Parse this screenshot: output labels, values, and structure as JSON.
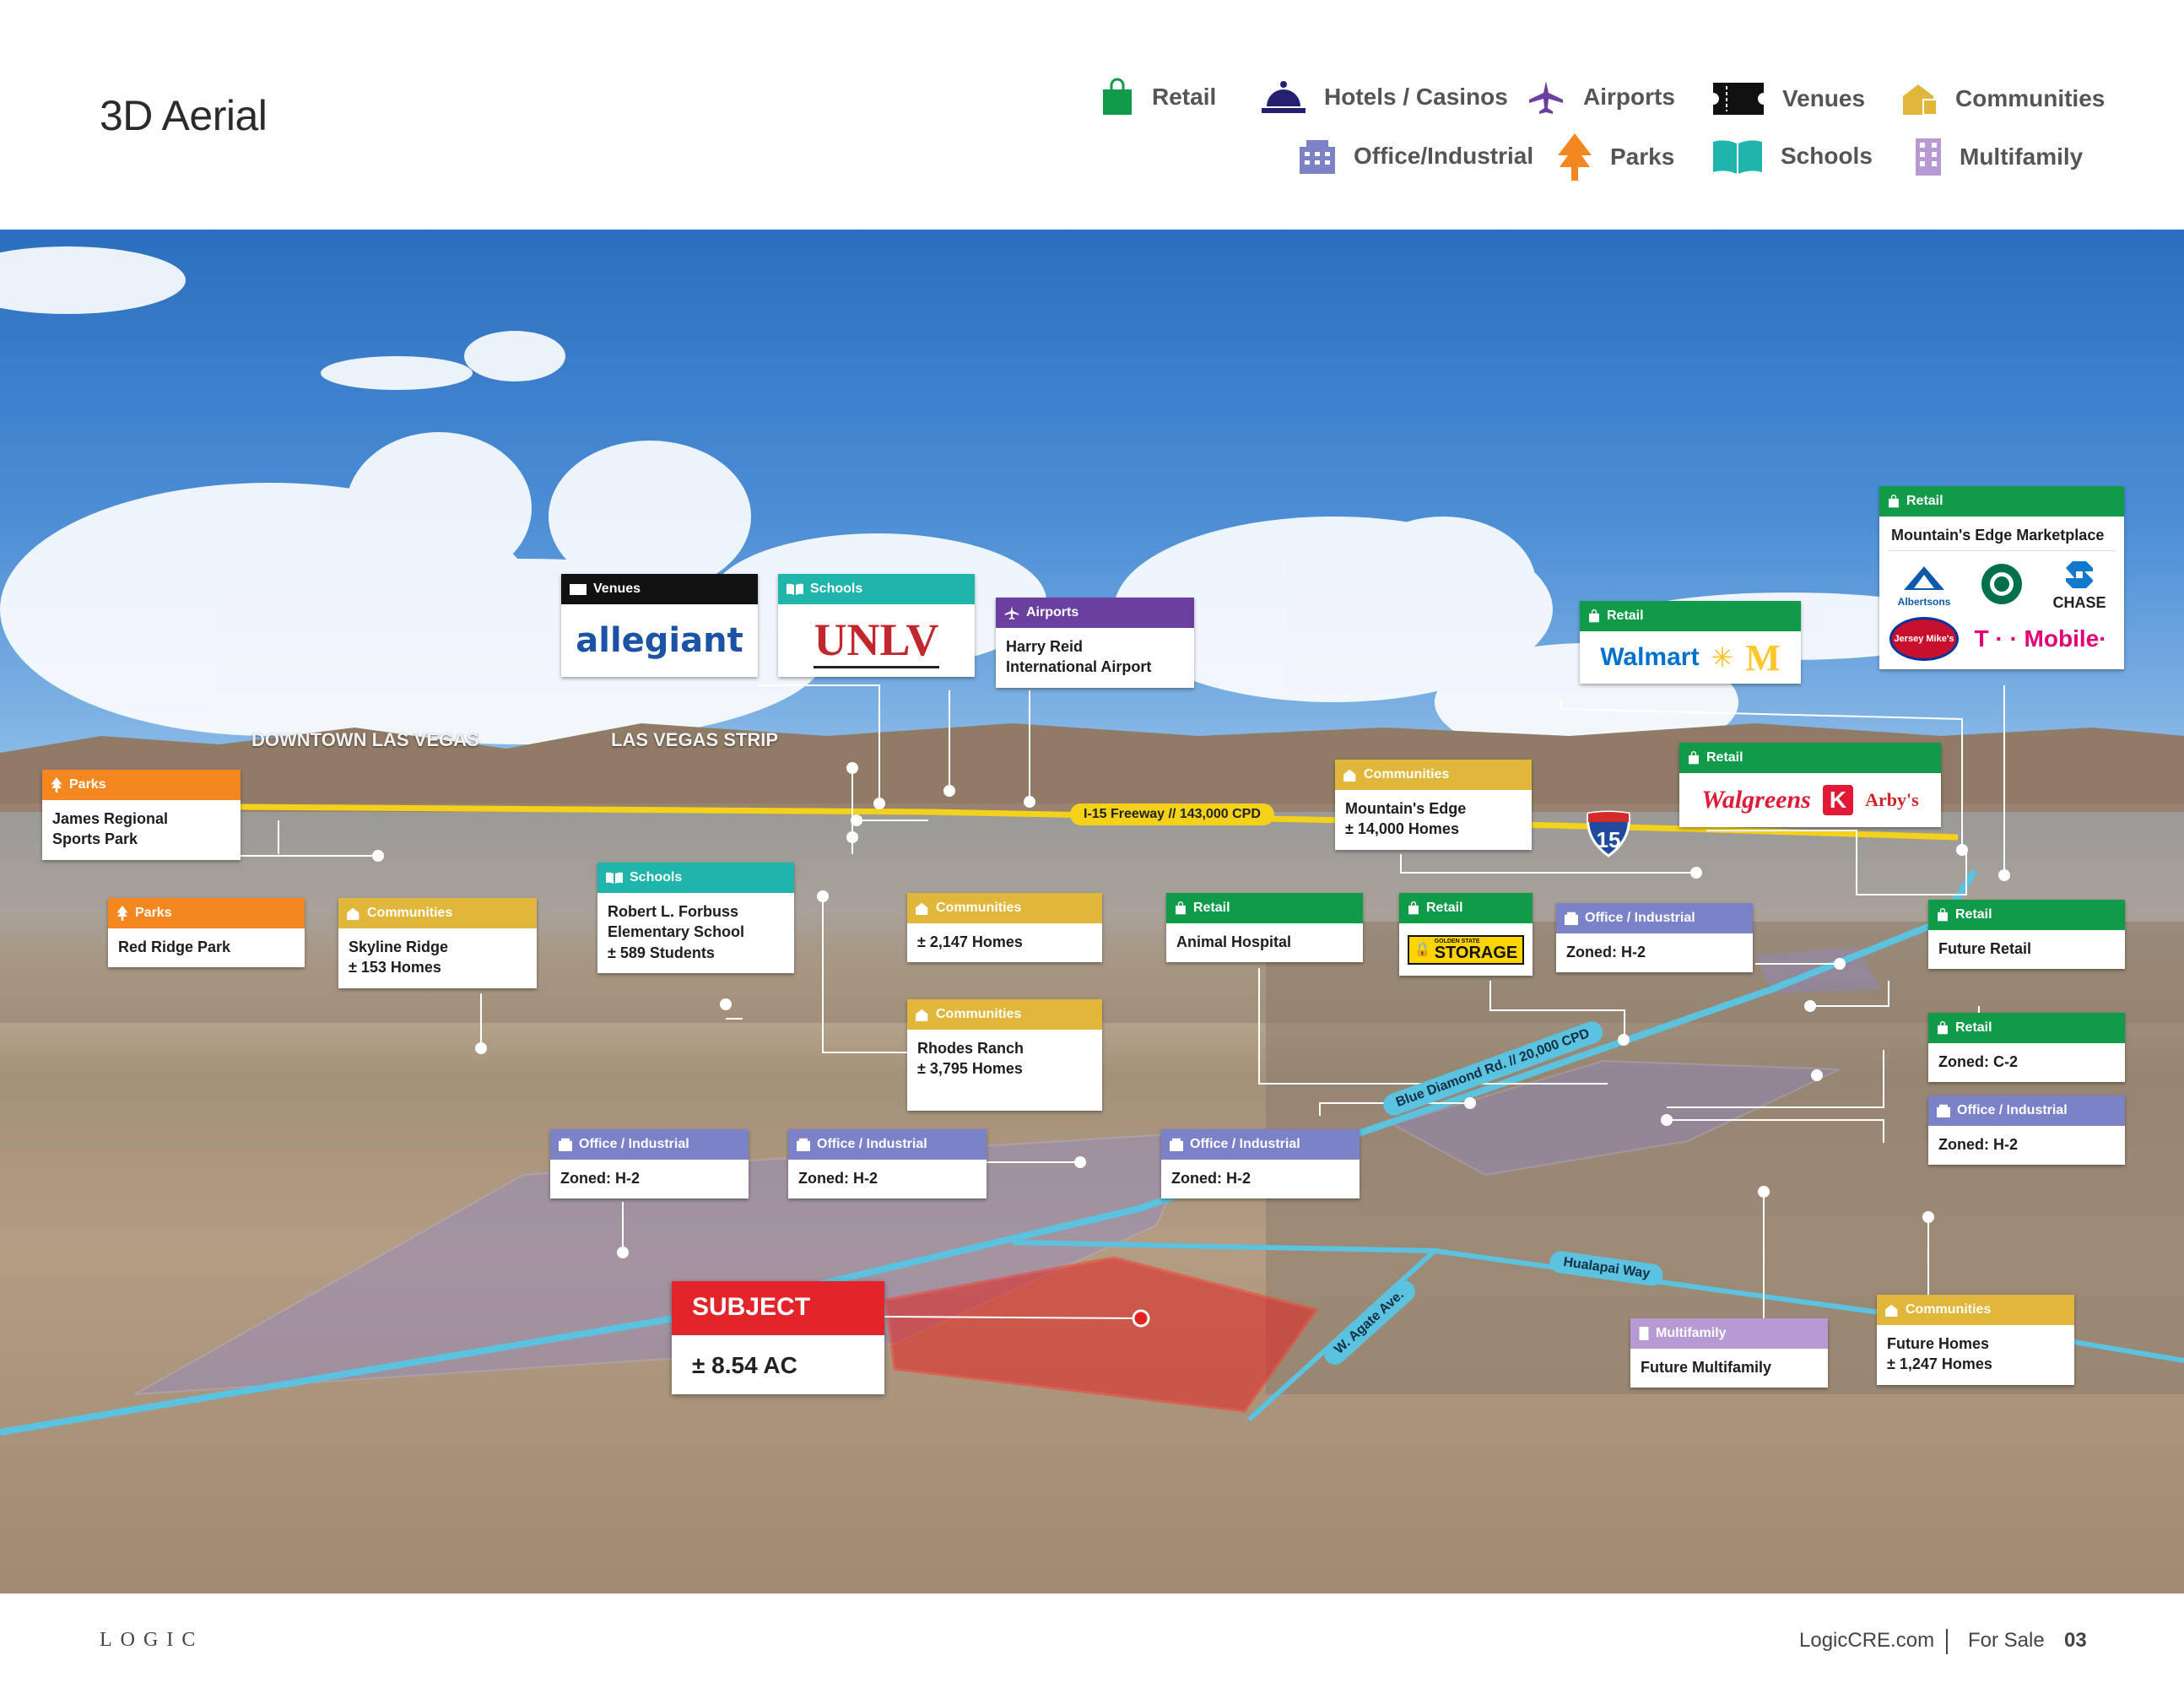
{
  "page": {
    "title": "3D Aerial"
  },
  "legend": [
    {
      "label": "Retail",
      "icon": "retail-bag-icon",
      "color": "#0f9b48"
    },
    {
      "label": "Hotels / Casinos",
      "icon": "hotel-bell-icon",
      "color": "#23206f"
    },
    {
      "label": "Airports",
      "icon": "airplane-icon",
      "color": "#6a3fa0"
    },
    {
      "label": "Venues",
      "icon": "ticket-icon",
      "color": "#111111"
    },
    {
      "label": "Communities",
      "icon": "house-icon",
      "color": "#e0b73a"
    },
    {
      "label": "Office/Industrial",
      "icon": "building-icon",
      "color": "#7b82c8"
    },
    {
      "label": "Parks",
      "icon": "tree-icon",
      "color": "#f4871f"
    },
    {
      "label": "Schools",
      "icon": "book-icon",
      "color": "#1fb5ac"
    },
    {
      "label": "Multifamily",
      "icon": "apartment-icon",
      "color": "#b79ad4"
    }
  ],
  "map": {
    "area_labels": {
      "downtown": "DOWNTOWN LAS VEGAS",
      "strip": "LAS VEGAS STRIP"
    },
    "roads": {
      "i15": "I-15 Freeway // 143,000 CPD",
      "i15_shield": "15",
      "blue_diamond": "Blue Diamond Rd. // 20,000 CPD",
      "hualapai": "Hualapai Way",
      "agate": "W. Agate Ave."
    },
    "subject": {
      "title": "SUBJECT",
      "acreage": "± 8.54 AC"
    }
  },
  "callouts": {
    "venues_allegiant": {
      "category": "Venues",
      "logo": "allegiant",
      "color": "#111111"
    },
    "schools_unlv": {
      "category": "Schools",
      "logo": "UNLV",
      "color": "#1fb5ac"
    },
    "airports_harry_reid": {
      "category": "Airports",
      "text": "Harry Reid\nInternational Airport",
      "color": "#6a3fa0"
    },
    "retail_walmart": {
      "category": "Retail",
      "logo1": "Walmart",
      "logo2": "M",
      "color": "#0f9b48"
    },
    "retail_mountains_edge": {
      "category": "Retail",
      "text": "Mountain's Edge Marketplace",
      "logo_albertsons": "Albertsons",
      "logo_chase": "CHASE",
      "logo_jersey": "Jersey Mike's",
      "logo_tmobile": "T · · Mobile·",
      "color": "#0f9b48"
    },
    "parks_james_regional": {
      "category": "Parks",
      "text": "James Regional\nSports Park",
      "color": "#f4871f"
    },
    "parks_red_ridge": {
      "category": "Parks",
      "text": "Red Ridge Park",
      "color": "#f4871f"
    },
    "communities_skyline": {
      "category": "Communities",
      "text": "Skyline Ridge\n± 153 Homes",
      "color": "#e0b73a"
    },
    "schools_forbuss": {
      "category": "Schools",
      "text": "Robert L. Forbuss\nElementary School\n± 589 Students",
      "color": "#1fb5ac"
    },
    "communities_2147": {
      "category": "Communities",
      "text": "± 2,147 Homes",
      "color": "#e0b73a"
    },
    "communities_rhodes": {
      "category": "Communities",
      "text": "Rhodes Ranch\n± 3,795 Homes",
      "color": "#e0b73a"
    },
    "communities_mountains_edge": {
      "category": "Communities",
      "text": "Mountain's Edge\n± 14,000 Homes",
      "color": "#e0b73a"
    },
    "retail_walgreens": {
      "category": "Retail",
      "logo1": "Walgreens",
      "logo2": "K",
      "logo3": "Arby's",
      "color": "#0f9b48"
    },
    "retail_animal_hospital": {
      "category": "Retail",
      "text": "Animal Hospital",
      "color": "#0f9b48"
    },
    "retail_storage": {
      "category": "Retail",
      "logo": "STORAGE",
      "logo_small": "GOLDEN STATE",
      "color": "#0f9b48"
    },
    "office_h2_a": {
      "category": "Office / Industrial",
      "text": "Zoned: H-2",
      "color": "#7b82c8"
    },
    "retail_future": {
      "category": "Retail",
      "text": "Future Retail",
      "color": "#0f9b48"
    },
    "retail_c2": {
      "category": "Retail",
      "text": "Zoned: C-2",
      "color": "#0f9b48"
    },
    "office_h2_b": {
      "category": "Office / Industrial",
      "text": "Zoned: H-2",
      "color": "#7b82c8"
    },
    "office_h2_c": {
      "category": "Office / Industrial",
      "text": "Zoned: H-2",
      "color": "#7b82c8"
    },
    "office_h2_d": {
      "category": "Office / Industrial",
      "text": "Zoned: H-2",
      "color": "#7b82c8"
    },
    "office_h2_e": {
      "category": "Office / Industrial",
      "text": "Zoned: H-2",
      "color": "#7b82c8"
    },
    "multifamily_future": {
      "category": "Multifamily",
      "text": "Future Multifamily",
      "color": "#b79ad4"
    },
    "communities_future_homes": {
      "category": "Communities",
      "text": "Future Homes\n± 1,247 Homes",
      "color": "#e0b73a"
    }
  },
  "footer": {
    "brand": "LOGIC",
    "site": "LogicCRE.com",
    "status": "For Sale",
    "page_number": "03"
  }
}
